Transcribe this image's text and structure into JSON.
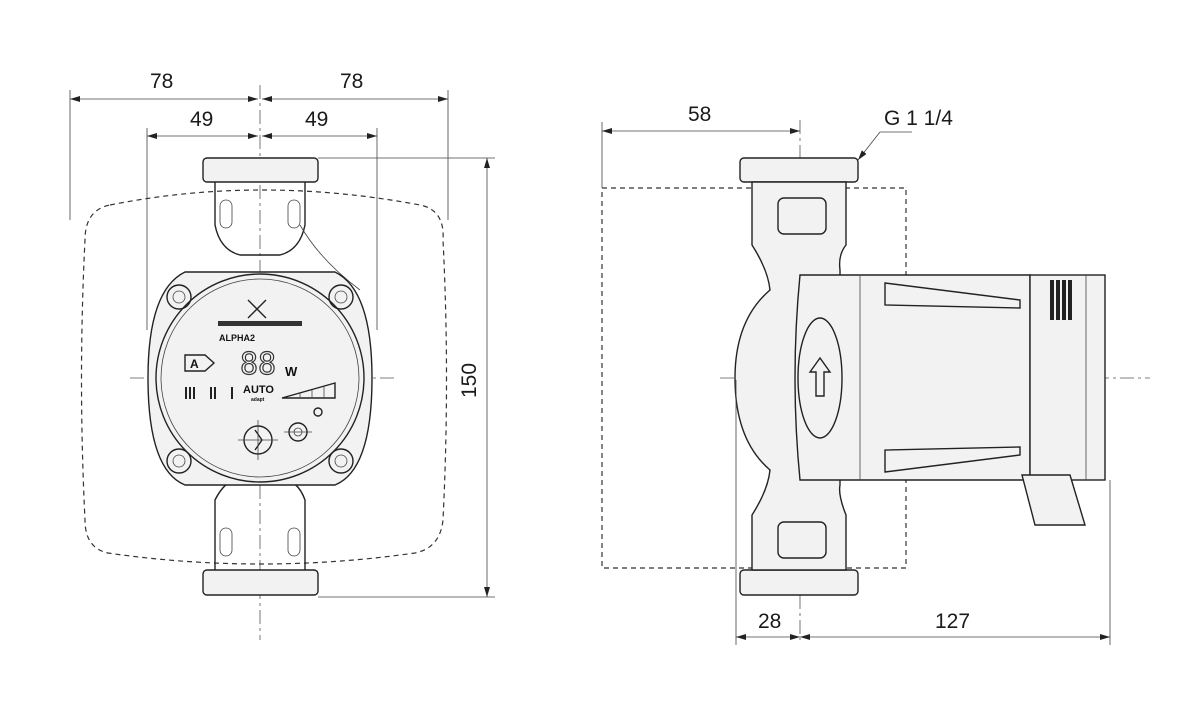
{
  "front_view": {
    "dim_left_78": "78",
    "dim_right_78": "78",
    "dim_left_49": "49",
    "dim_right_49": "49",
    "dim_height": "150",
    "panel": {
      "model": "ALPHA2",
      "display_digits": "88",
      "display_unit": "W",
      "energy_class": "A",
      "mode": "AUTO",
      "adapt": "adapt"
    }
  },
  "side_view": {
    "dim_58": "58",
    "thread": "G 1 1/4",
    "dim_28": "28",
    "dim_127": "127"
  }
}
